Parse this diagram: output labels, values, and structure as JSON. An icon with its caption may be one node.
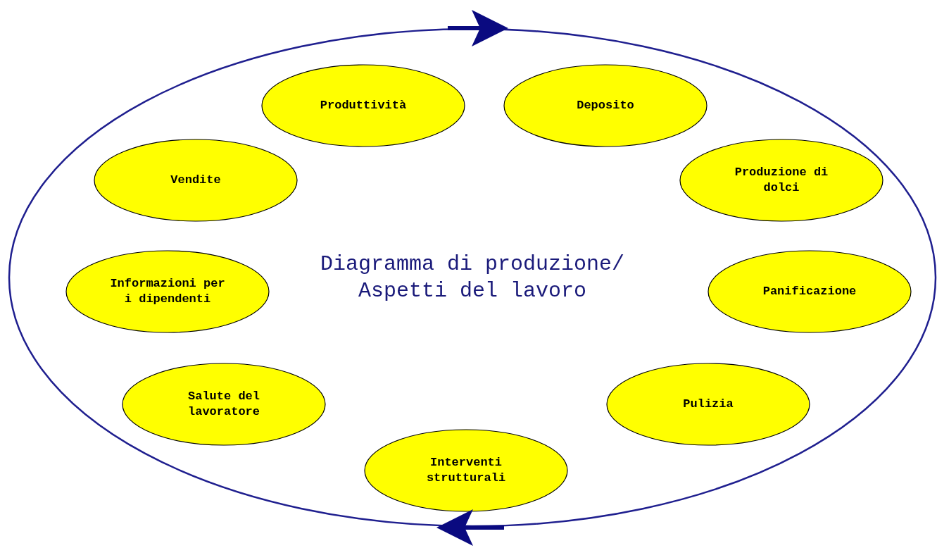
{
  "diagram": {
    "nodes": [
      {
        "text": [
          "Diagramma di produzione/ Aspetti del lavoro"
        ]
      },
      {
        "text": [
          "Produttività"
        ],
        "in": 0
      },
      {
        "text": [
          "Deposito"
        ],
        "in": 0
      },
      {
        "text": [
          "Vendite"
        ],
        "in": 0
      },
      {
        "text": [
          "Produzione di dolci"
        ],
        "in": 0
      },
      {
        "text": [
          "Informazioni per i dipendenti"
        ],
        "in": 0
      },
      {
        "text": [
          "Panificazione"
        ],
        "in": 0
      },
      {
        "text": [
          "Salute del lavoratore"
        ],
        "in": 0
      },
      {
        "text": [
          "Pulizia"
        ],
        "in": 0
      },
      {
        "text": [
          "Interventi strutturali"
        ],
        "in": 0
      }
    ]
  }
}
